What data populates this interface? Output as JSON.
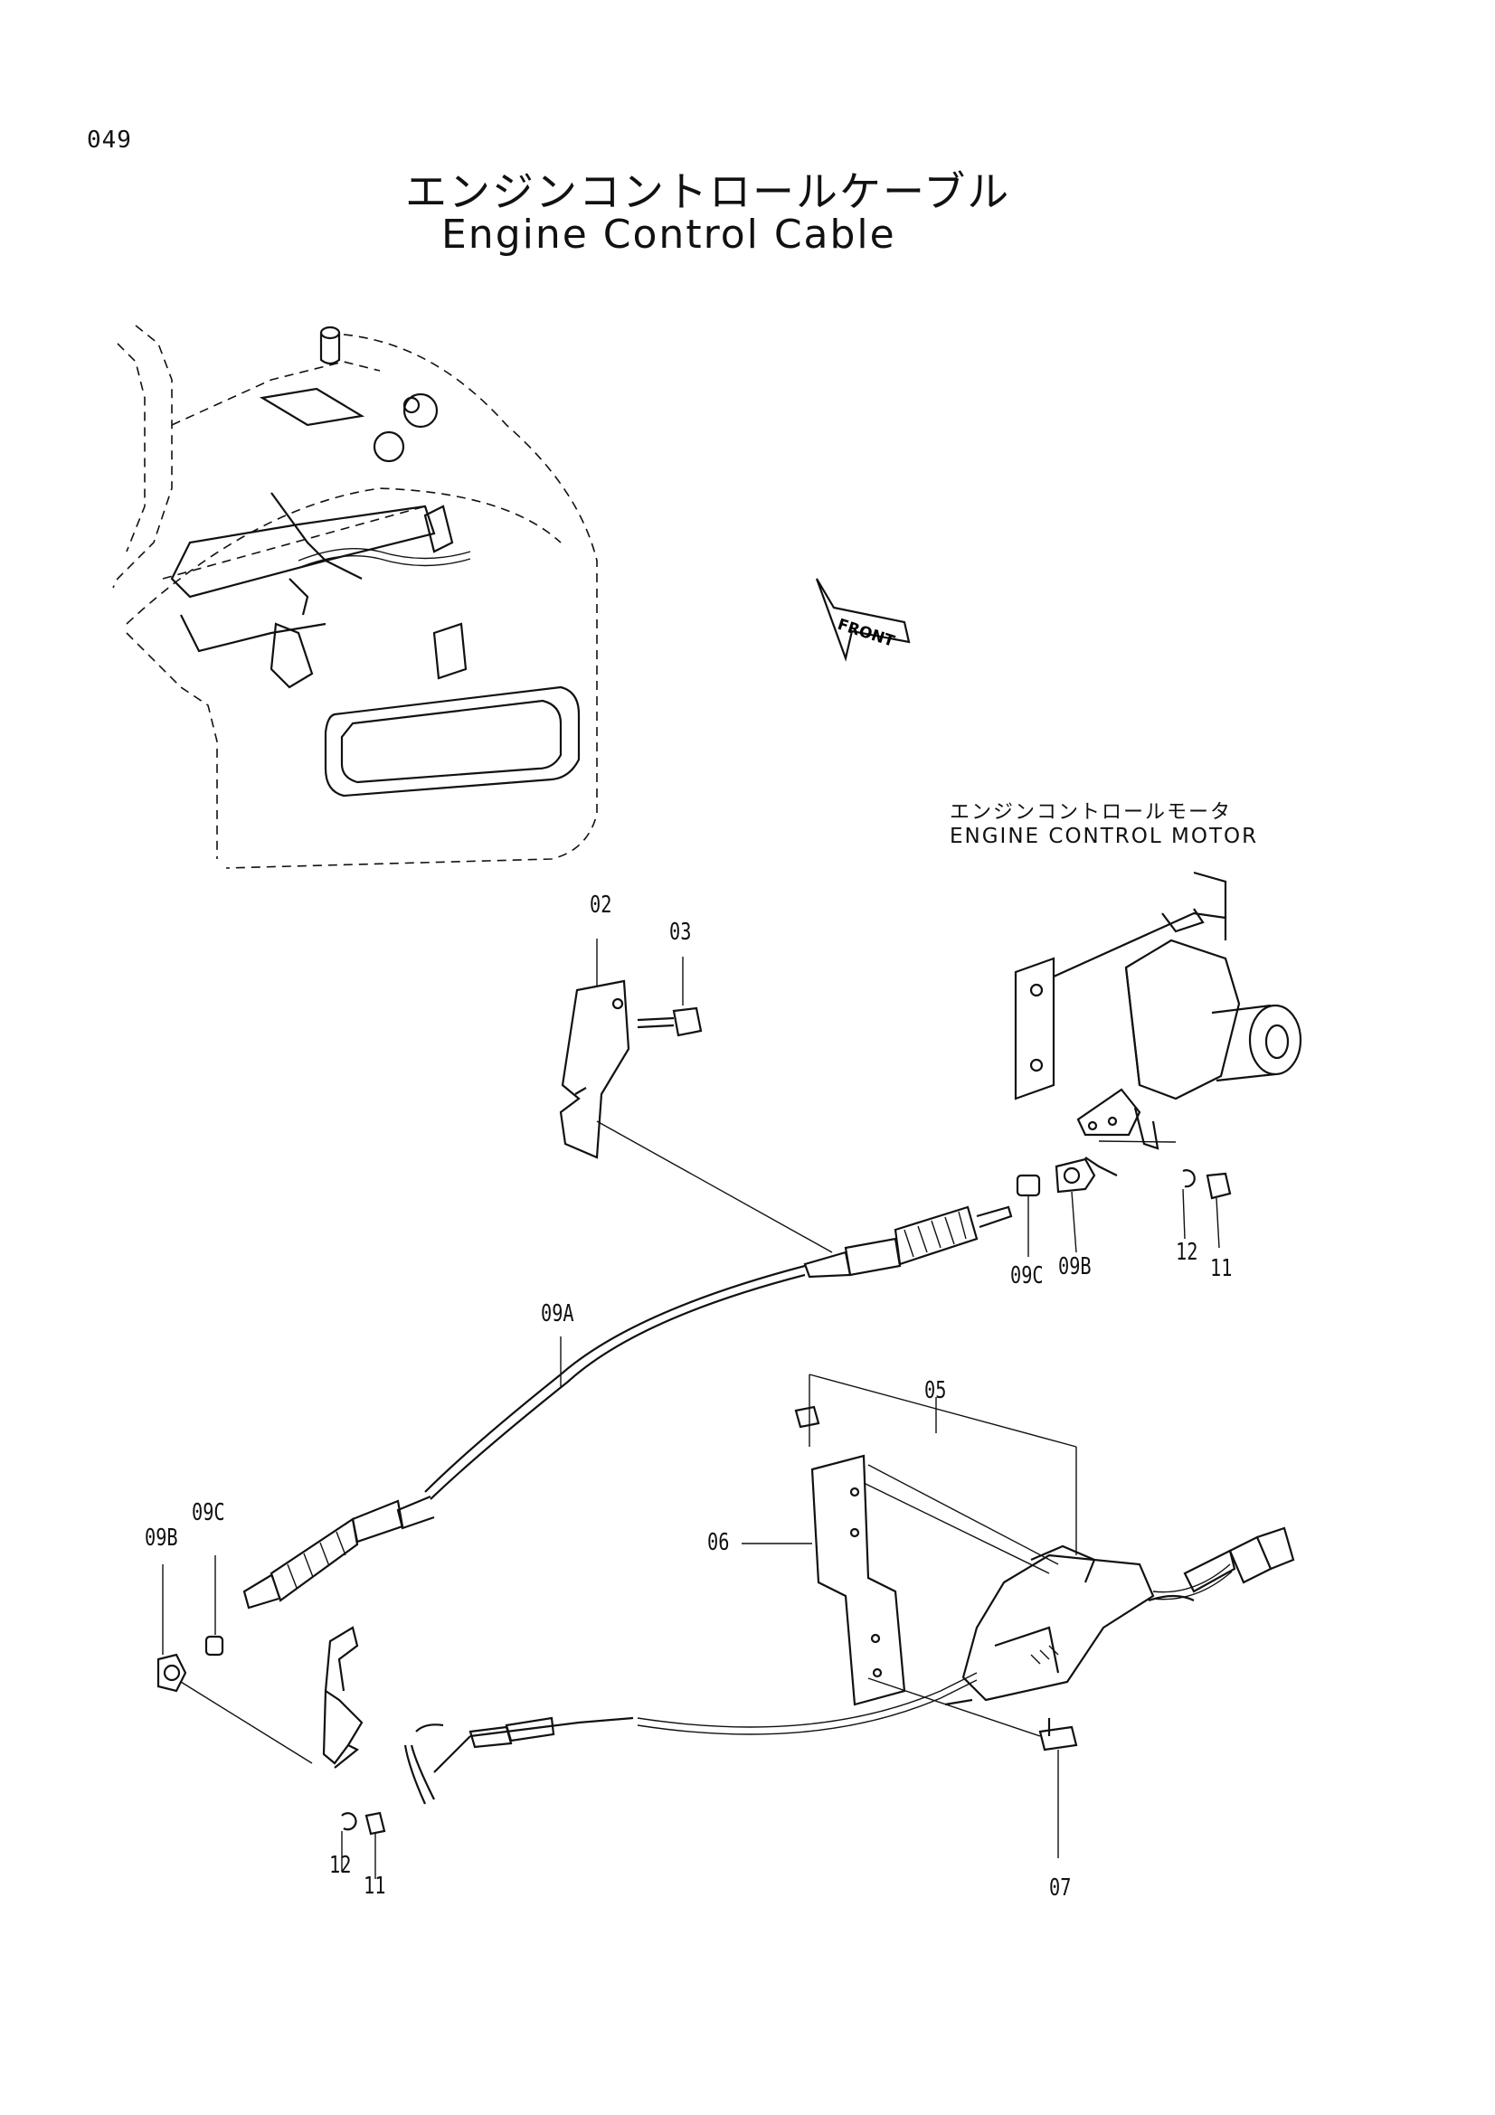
{
  "page_number": "049",
  "title": {
    "japanese": "エンジンコントロールケーブル",
    "english": "Engine Control Cable"
  },
  "front_arrow_label": "FRONT",
  "motor_label": {
    "japanese": "エンジンコントロールモータ",
    "english": "ENGINE CONTROL MOTOR"
  },
  "part_labels": {
    "p02": "02",
    "p03": "03",
    "p09a": "09A",
    "p09c_right": "09C",
    "p09b_right": "09B",
    "p12_right": "12",
    "p11_right": "11",
    "p05": "05",
    "p06": "06",
    "p09c_left": "09C",
    "p09b_left": "09B",
    "p12_left": "12",
    "p11_left": "11",
    "p07": "07"
  }
}
